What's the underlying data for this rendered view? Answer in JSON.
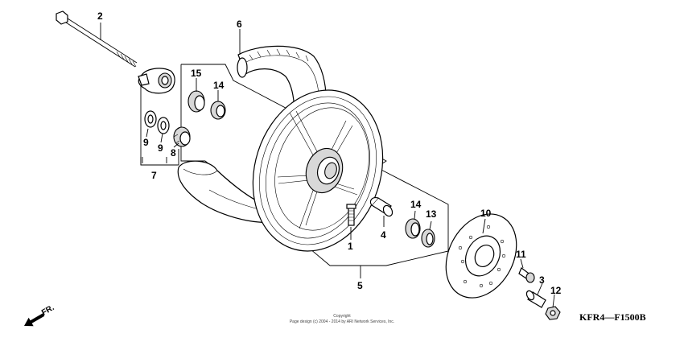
{
  "callouts": {
    "c1": "1",
    "c2": "2",
    "c3": "3",
    "c4": "4",
    "c5": "5",
    "c6": "6",
    "c7": "7",
    "c8": "8",
    "c9a": "9",
    "c9b": "9",
    "c10": "10",
    "c11": "11",
    "c12": "12",
    "c13": "13",
    "c14a": "14",
    "c14b": "14",
    "c15": "15"
  },
  "diagram_code": "KFR4—F1500B",
  "direction_label": "FR.",
  "copyright_line1": "Copyright",
  "copyright_line2": "Page design (c) 2004 - 2014 by ARI Network Services, Inc.",
  "colors": {
    "ink": "#000000",
    "paper": "#ffffff",
    "shade": "#d8d8d8"
  },
  "icons": {
    "direction": "front-direction-arrow-icon"
  }
}
